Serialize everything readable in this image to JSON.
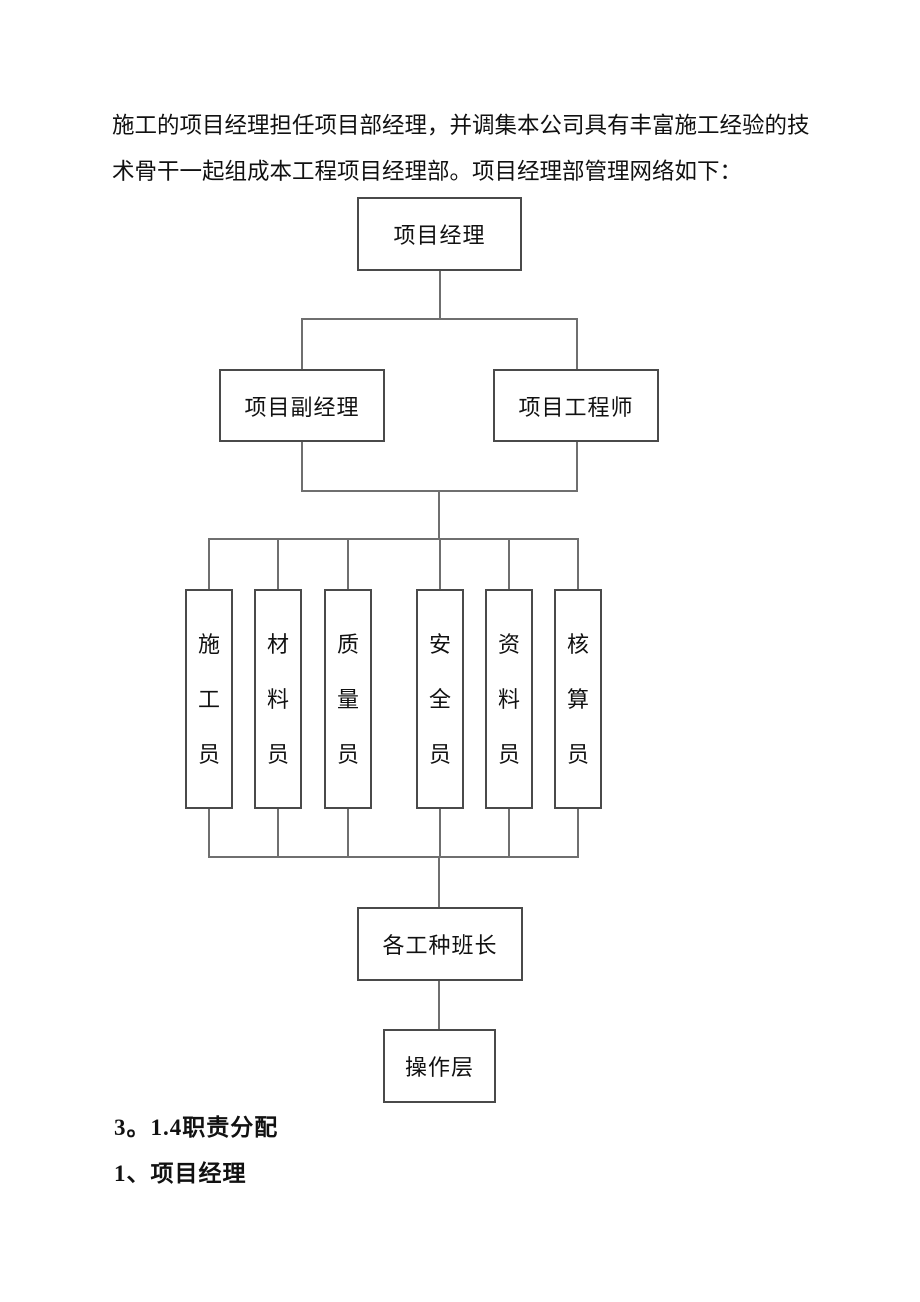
{
  "paragraph": {
    "lines": [
      "施工的项目经理担任项目部经理，并调集本公司具有丰富施工经验的技",
      "术骨干一起组成本工程项目经理部。项目经理部管理网络如下："
    ]
  },
  "org_chart": {
    "project_manager": "项目经理",
    "deputy_manager": "项目副经理",
    "project_engineer": "项目工程师",
    "staff": [
      "施工员",
      "材料员",
      "质量员",
      "安全员",
      "资料员",
      "核算员"
    ],
    "foreman": "各工种班长",
    "operation": "操作层"
  },
  "headings": {
    "section": "3。1.4职责分配",
    "subsection": "1、项目经理"
  },
  "colors": {
    "box_border": "#4a4a4a",
    "connector": "#6f6f6f",
    "text": "#111111",
    "background": "#ffffff"
  }
}
